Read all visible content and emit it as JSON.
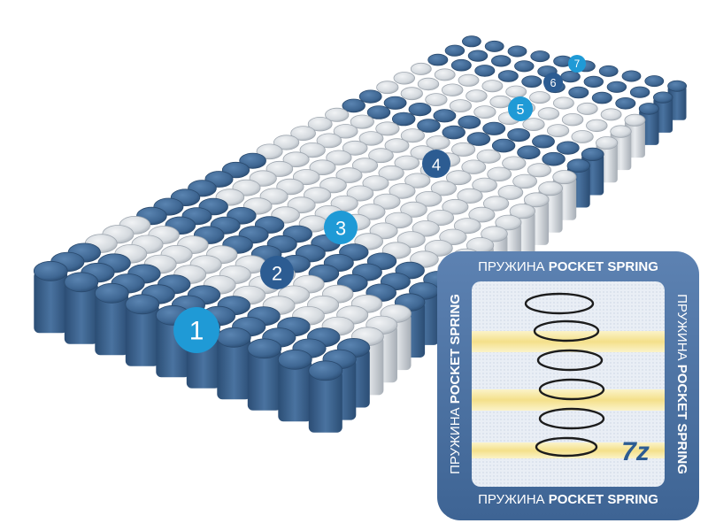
{
  "colors": {
    "spring_blue": "#3f6793",
    "spring_blue_dark": "#2a4a6e",
    "spring_gray": "#d7dbe0",
    "spring_gray_dark": "#a9b0b8",
    "marker_light": "#1f9ad6",
    "marker_dark": "#2c5c92",
    "badge_frame": "#4d73a5",
    "badge_inner": "#eef2f7",
    "band_yellow": "#f6e7a1"
  },
  "zones": [
    {
      "label": "1",
      "tone": "light"
    },
    {
      "label": "2",
      "tone": "dark"
    },
    {
      "label": "3",
      "tone": "light"
    },
    {
      "label": "4",
      "tone": "dark"
    },
    {
      "label": "5",
      "tone": "light"
    },
    {
      "label": "6",
      "tone": "dark"
    },
    {
      "label": "7",
      "tone": "light"
    }
  ],
  "badge": {
    "top_light": "ПРУЖИНА ",
    "top_bold": "POCKET SPRING",
    "bottom_light": "ПРУЖИНА ",
    "bottom_bold": "POCKET SPRING",
    "left_light": "ПРУЖИНА ",
    "left_bold": "POCKET SPRING",
    "right_light": "ПРУЖИНА ",
    "right_bold": "POCKET SPRING",
    "zone_count": "7z",
    "icon": "coil-spring-icon"
  }
}
